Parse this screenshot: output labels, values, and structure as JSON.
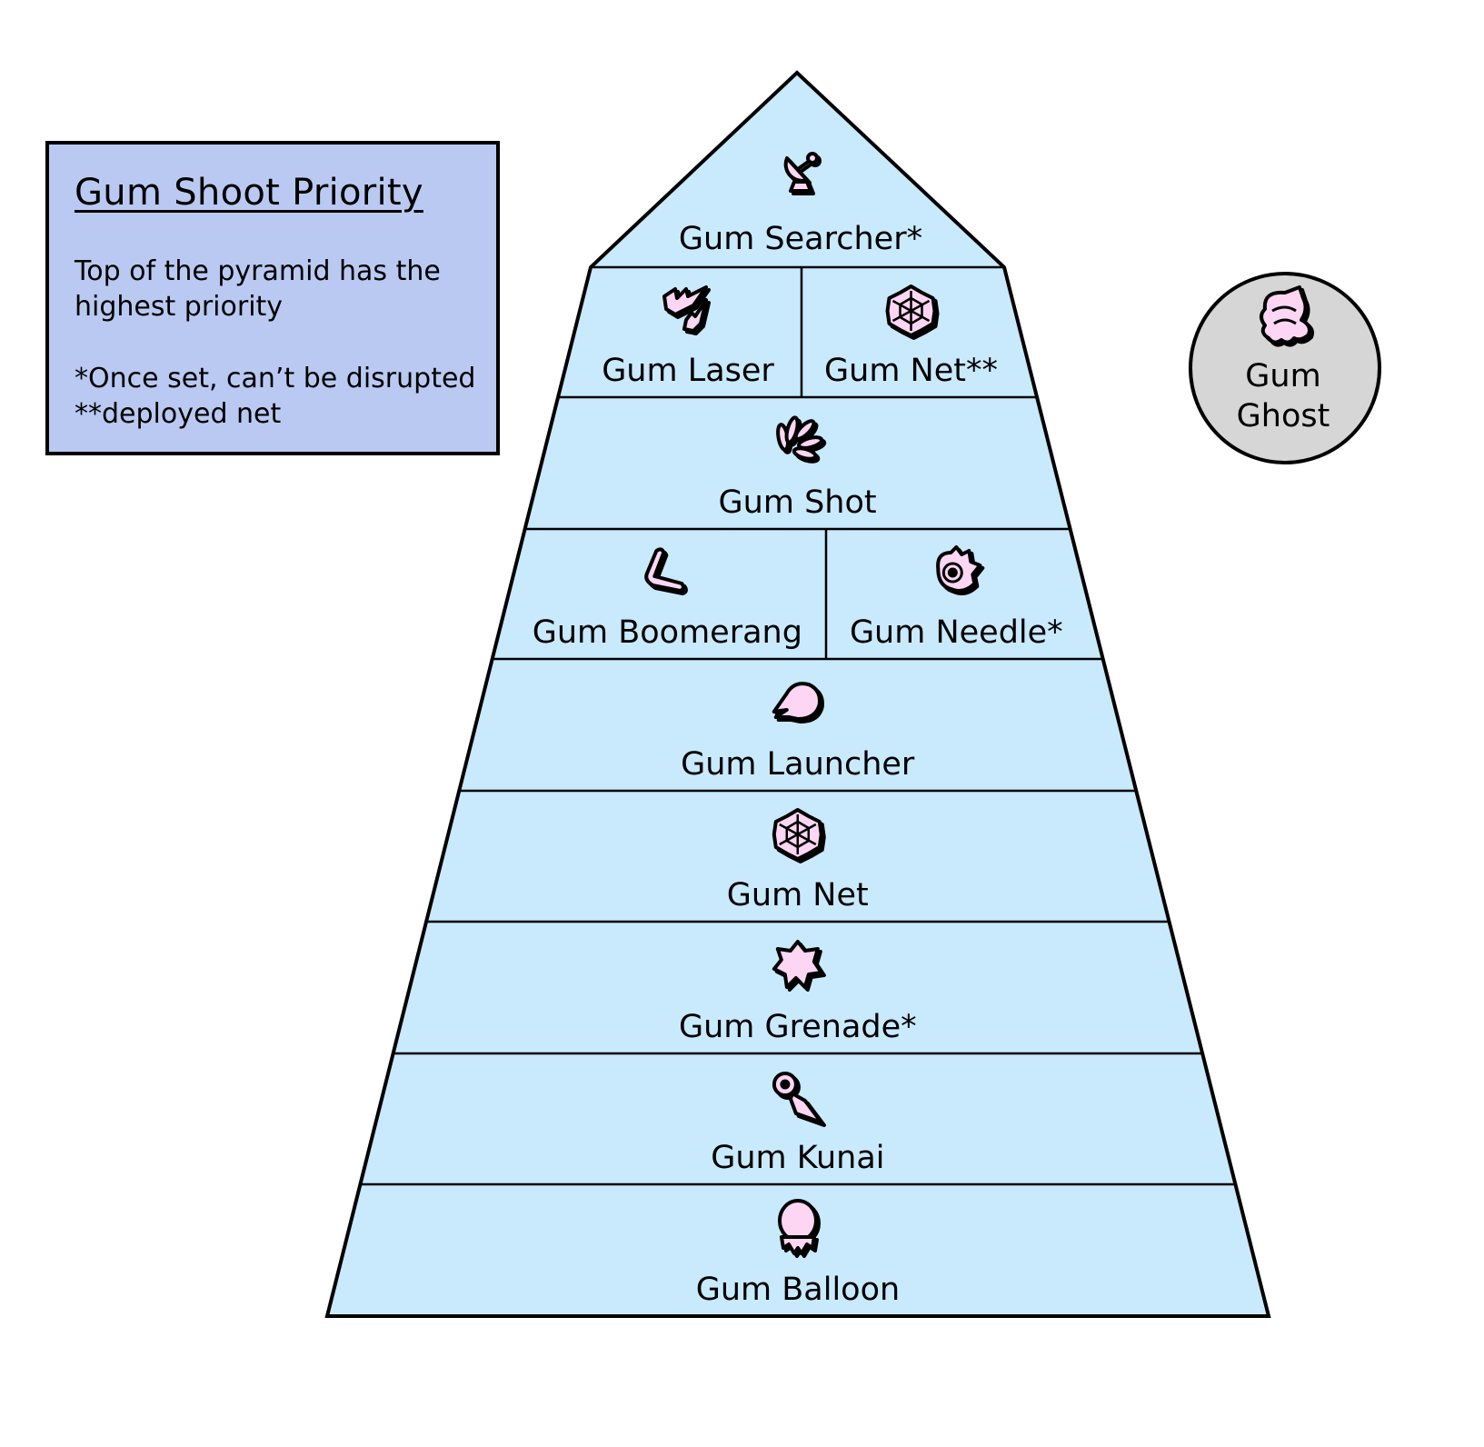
{
  "legend": {
    "title": "Gum Shoot Priority",
    "lines": [
      "Top of the pyramid has the",
      "highest priority",
      "*Once set, can’t be disrupted",
      "**deployed net"
    ]
  },
  "colors": {
    "pyramid_fill": "#c9e9fd",
    "legend_fill": "#b9c9f1",
    "ghost_fill": "#d6d6d6",
    "icon_fill": "#fcd6f2",
    "outline": "#000000"
  },
  "pyramid": {
    "order": "top-highest",
    "tiers": [
      {
        "rank": 1,
        "cells": [
          {
            "label": "Gum Searcher*",
            "icon": "satellite-dish-icon"
          }
        ]
      },
      {
        "rank": 2,
        "cells": [
          {
            "label": "Gum Laser",
            "icon": "laser-burst-icon"
          },
          {
            "label": "Gum Net**",
            "icon": "spider-web-icon"
          }
        ]
      },
      {
        "rank": 3,
        "cells": [
          {
            "label": "Gum Shot",
            "icon": "spread-shot-icon"
          }
        ]
      },
      {
        "rank": 4,
        "cells": [
          {
            "label": "Gum Boomerang",
            "icon": "boomerang-icon"
          },
          {
            "label": "Gum Needle*",
            "icon": "needle-eye-icon"
          }
        ]
      },
      {
        "rank": 5,
        "cells": [
          {
            "label": "Gum Launcher",
            "icon": "launcher-blob-icon"
          }
        ]
      },
      {
        "rank": 6,
        "cells": [
          {
            "label": "Gum Net",
            "icon": "spider-web-icon"
          }
        ]
      },
      {
        "rank": 7,
        "cells": [
          {
            "label": "Gum Grenade*",
            "icon": "grenade-burst-icon"
          }
        ]
      },
      {
        "rank": 8,
        "cells": [
          {
            "label": "Gum Kunai",
            "icon": "kunai-icon"
          }
        ]
      },
      {
        "rank": 9,
        "cells": [
          {
            "label": "Gum Balloon",
            "icon": "balloon-icon"
          }
        ]
      }
    ]
  },
  "ghost": {
    "lines": [
      "Gum",
      "Ghost"
    ],
    "icon": "ghost-icon"
  }
}
